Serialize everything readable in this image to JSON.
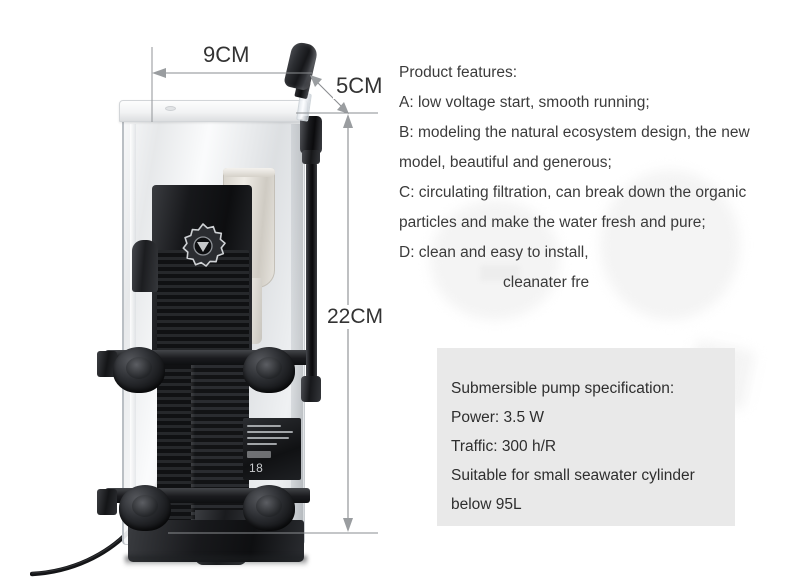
{
  "dimensions": {
    "width_label": "9CM",
    "depth_label": "5CM",
    "height_label": "22CM"
  },
  "features": {
    "heading": "Product features:",
    "lines": [
      "A: low voltage start, smooth running;",
      "B: modeling the natural ecosystem design, the new",
      "model, beautiful and generous;",
      "C: circulating filtration, can break down the organic",
      "particles and make the water fresh and pure;",
      "D: clean and easy to install,"
    ],
    "trailing_line": "cleanater fre"
  },
  "spec": {
    "heading": "Submersible pump specification:",
    "lines": [
      "Power: 3.5 W",
      "Traffic: 300 h/R",
      "Suitable for small seawater cylinder",
      "below 95L"
    ]
  },
  "product_label": {
    "model_number": "18"
  },
  "colors": {
    "page_background": "#ffffff",
    "spec_box_background": "#e9e9e9",
    "body_text": "#3b3b3b",
    "dimension_text": "#333333",
    "dimension_line": "#8a8d90",
    "product_black": "#16171a",
    "product_clear": "#e4e6e8"
  }
}
